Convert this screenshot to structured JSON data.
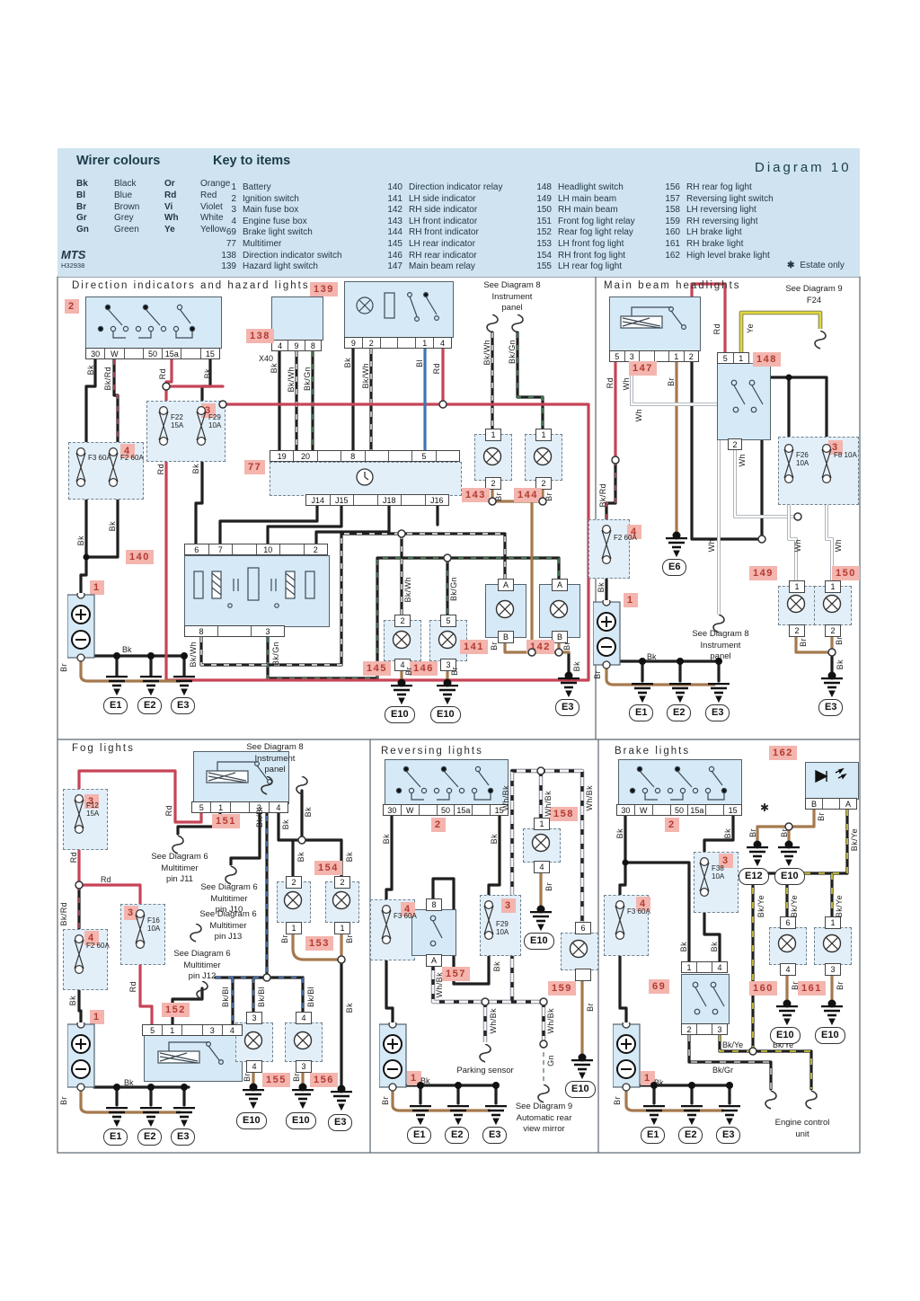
{
  "page": {
    "diagram_title": "Diagram  10",
    "logo": "MTS",
    "logo_sub": "H32938",
    "estate_symbol": "✱",
    "estate_note": "Estate only"
  },
  "legend": {
    "title": "Wirer colours",
    "rows": [
      {
        "a": "Bk",
        "an": "Black",
        "b": "Or",
        "bn": "Orange"
      },
      {
        "a": "Bl",
        "an": "Blue",
        "b": "Rd",
        "bn": "Red"
      },
      {
        "a": "Br",
        "an": "Brown",
        "b": "Vi",
        "bn": "Violet"
      },
      {
        "a": "Gr",
        "an": "Grey",
        "b": "Wh",
        "bn": "White"
      },
      {
        "a": "Gn",
        "an": "Green",
        "b": "Ye",
        "bn": "Yellow"
      }
    ]
  },
  "key": {
    "title": "Key to items",
    "col1": [
      {
        "n": "1",
        "t": "Battery"
      },
      {
        "n": "2",
        "t": "Ignition switch"
      },
      {
        "n": "3",
        "t": "Main fuse box"
      },
      {
        "n": "4",
        "t": "Engine fuse box"
      },
      {
        "n": "69",
        "t": "Brake light switch"
      },
      {
        "n": "77",
        "t": "Multitimer"
      },
      {
        "n": "138",
        "t": "Direction indicator switch"
      },
      {
        "n": "139",
        "t": "Hazard light switch"
      }
    ],
    "col2": [
      {
        "n": "140",
        "t": "Direction indicator relay"
      },
      {
        "n": "141",
        "t": "LH side indicator"
      },
      {
        "n": "142",
        "t": "RH side indicator"
      },
      {
        "n": "143",
        "t": "LH front indicator"
      },
      {
        "n": "144",
        "t": "RH front indicator"
      },
      {
        "n": "145",
        "t": "LH rear indicator"
      },
      {
        "n": "146",
        "t": "RH rear indicator"
      },
      {
        "n": "147",
        "t": "Main beam relay"
      }
    ],
    "col3": [
      {
        "n": "148",
        "t": "Headlight switch"
      },
      {
        "n": "149",
        "t": "LH main beam"
      },
      {
        "n": "150",
        "t": "RH main beam"
      },
      {
        "n": "151",
        "t": "Front fog light relay"
      },
      {
        "n": "152",
        "t": "Rear fog light relay"
      },
      {
        "n": "153",
        "t": "LH front fog light"
      },
      {
        "n": "154",
        "t": "RH front fog light"
      },
      {
        "n": "155",
        "t": "LH rear fog light"
      }
    ],
    "col4": [
      {
        "n": "156",
        "t": "RH rear fog light"
      },
      {
        "n": "157",
        "t": "Reversing light switch"
      },
      {
        "n": "158",
        "t": "LH reversing light"
      },
      {
        "n": "159",
        "t": "RH reversing light"
      },
      {
        "n": "160",
        "t": "LH brake light"
      },
      {
        "n": "161",
        "t": "RH brake light"
      },
      {
        "n": "162",
        "t": "High level brake light"
      }
    ]
  },
  "sec": {
    "s1": "Direction  indicators  and  hazard  lights",
    "s2": "Main  beam  headlights",
    "s3": "Fog  lights",
    "s4": "Reversing  lights",
    "s5": "Brake  lights"
  },
  "w": {
    "bk": "Bk",
    "rd": "Rd",
    "br": "Br",
    "bl": "Bl",
    "wh": "Wh",
    "ye": "Ye",
    "gn": "Gn",
    "bkrd": "Bk/Rd",
    "bkwh": "Bk/Wh",
    "bkgn": "Bk/Gn",
    "bkbl": "Bk/Bl",
    "bkye": "Bk/Ye",
    "bkgr": "Bk/Gr",
    "whbk": "Wh/Bk"
  },
  "g": {
    "e1": "E1",
    "e2": "E2",
    "e3": "E3",
    "e6": "E6",
    "e10": "E10",
    "e12": "E12"
  },
  "p": {
    "1": "1",
    "2": "2",
    "3": "3",
    "4": "4",
    "5": "5",
    "6": "6",
    "8": "8",
    "a": "A",
    "b": "B"
  },
  "n": {
    "1": "1",
    "2": "2",
    "3": "3",
    "4": "4",
    "69": "69",
    "77": "77",
    "138": "138",
    "139": "139",
    "140": "140",
    "141": "141",
    "142": "142",
    "143": "143",
    "144": "144",
    "145": "145",
    "146": "146",
    "147": "147",
    "148": "148",
    "149": "149",
    "150": "150",
    "151": "151",
    "152": "152",
    "153": "153",
    "154": "154",
    "155": "155",
    "156": "156",
    "157": "157",
    "158": "158",
    "159": "159",
    "160": "160",
    "161": "161",
    "162": "162"
  },
  "f": {
    "f22": "F22 15A",
    "f29": "F29 10A",
    "f3": "F3 60A",
    "f2": "F2 60A",
    "f26": "F26 10A",
    "f8": "F8 10A",
    "f12": "F12 15A",
    "f16": "F16 10A",
    "f38": "F38 10A"
  },
  "notes": {
    "d8": "See Diagram 8",
    "instr": "Instrument",
    "panel": "panel",
    "d9": "See Diagram 9",
    "f24": "F24",
    "d6": "See Diagram 6",
    "multi": "Multitimer",
    "j11": "pin J11",
    "j10": "pin J10",
    "j13": "pin J13",
    "j12": "pin J12",
    "park": "Parking sensor",
    "auto1": "Automatic rear",
    "auto2": "view mirror",
    "ecu1": "Engine control",
    "ecu2": "unit",
    "x40": "X40"
  },
  "cells": {
    "ign": [
      "30",
      "W",
      "",
      "50",
      "15a",
      "",
      "15"
    ],
    "c138": [
      "4",
      "9",
      "8"
    ],
    "c139": [
      "9",
      "2",
      "",
      "",
      "1",
      "4"
    ],
    "m77t": [
      "19",
      "20",
      "",
      "8",
      "",
      "",
      "5",
      ""
    ],
    "m77b": [
      "J14",
      "J15",
      "",
      "J18",
      "",
      "J16"
    ],
    "r140t": [
      "6",
      "7",
      "",
      "10",
      "",
      "2"
    ],
    "r140b": [
      "8",
      "",
      "3"
    ],
    "r147": [
      "5",
      "3",
      "",
      "",
      "1",
      "2"
    ],
    "c148": [
      "5",
      "1"
    ],
    "c148b": [
      "2"
    ],
    "r151": [
      "5",
      "1",
      "",
      "3",
      "4"
    ],
    "r152": [
      "5",
      "1",
      "",
      "3",
      "4"
    ],
    "c162": [
      "B",
      "",
      "A"
    ],
    "s69t": [
      "1",
      "",
      "4"
    ],
    "s69b": [
      "2",
      "",
      "3"
    ]
  }
}
